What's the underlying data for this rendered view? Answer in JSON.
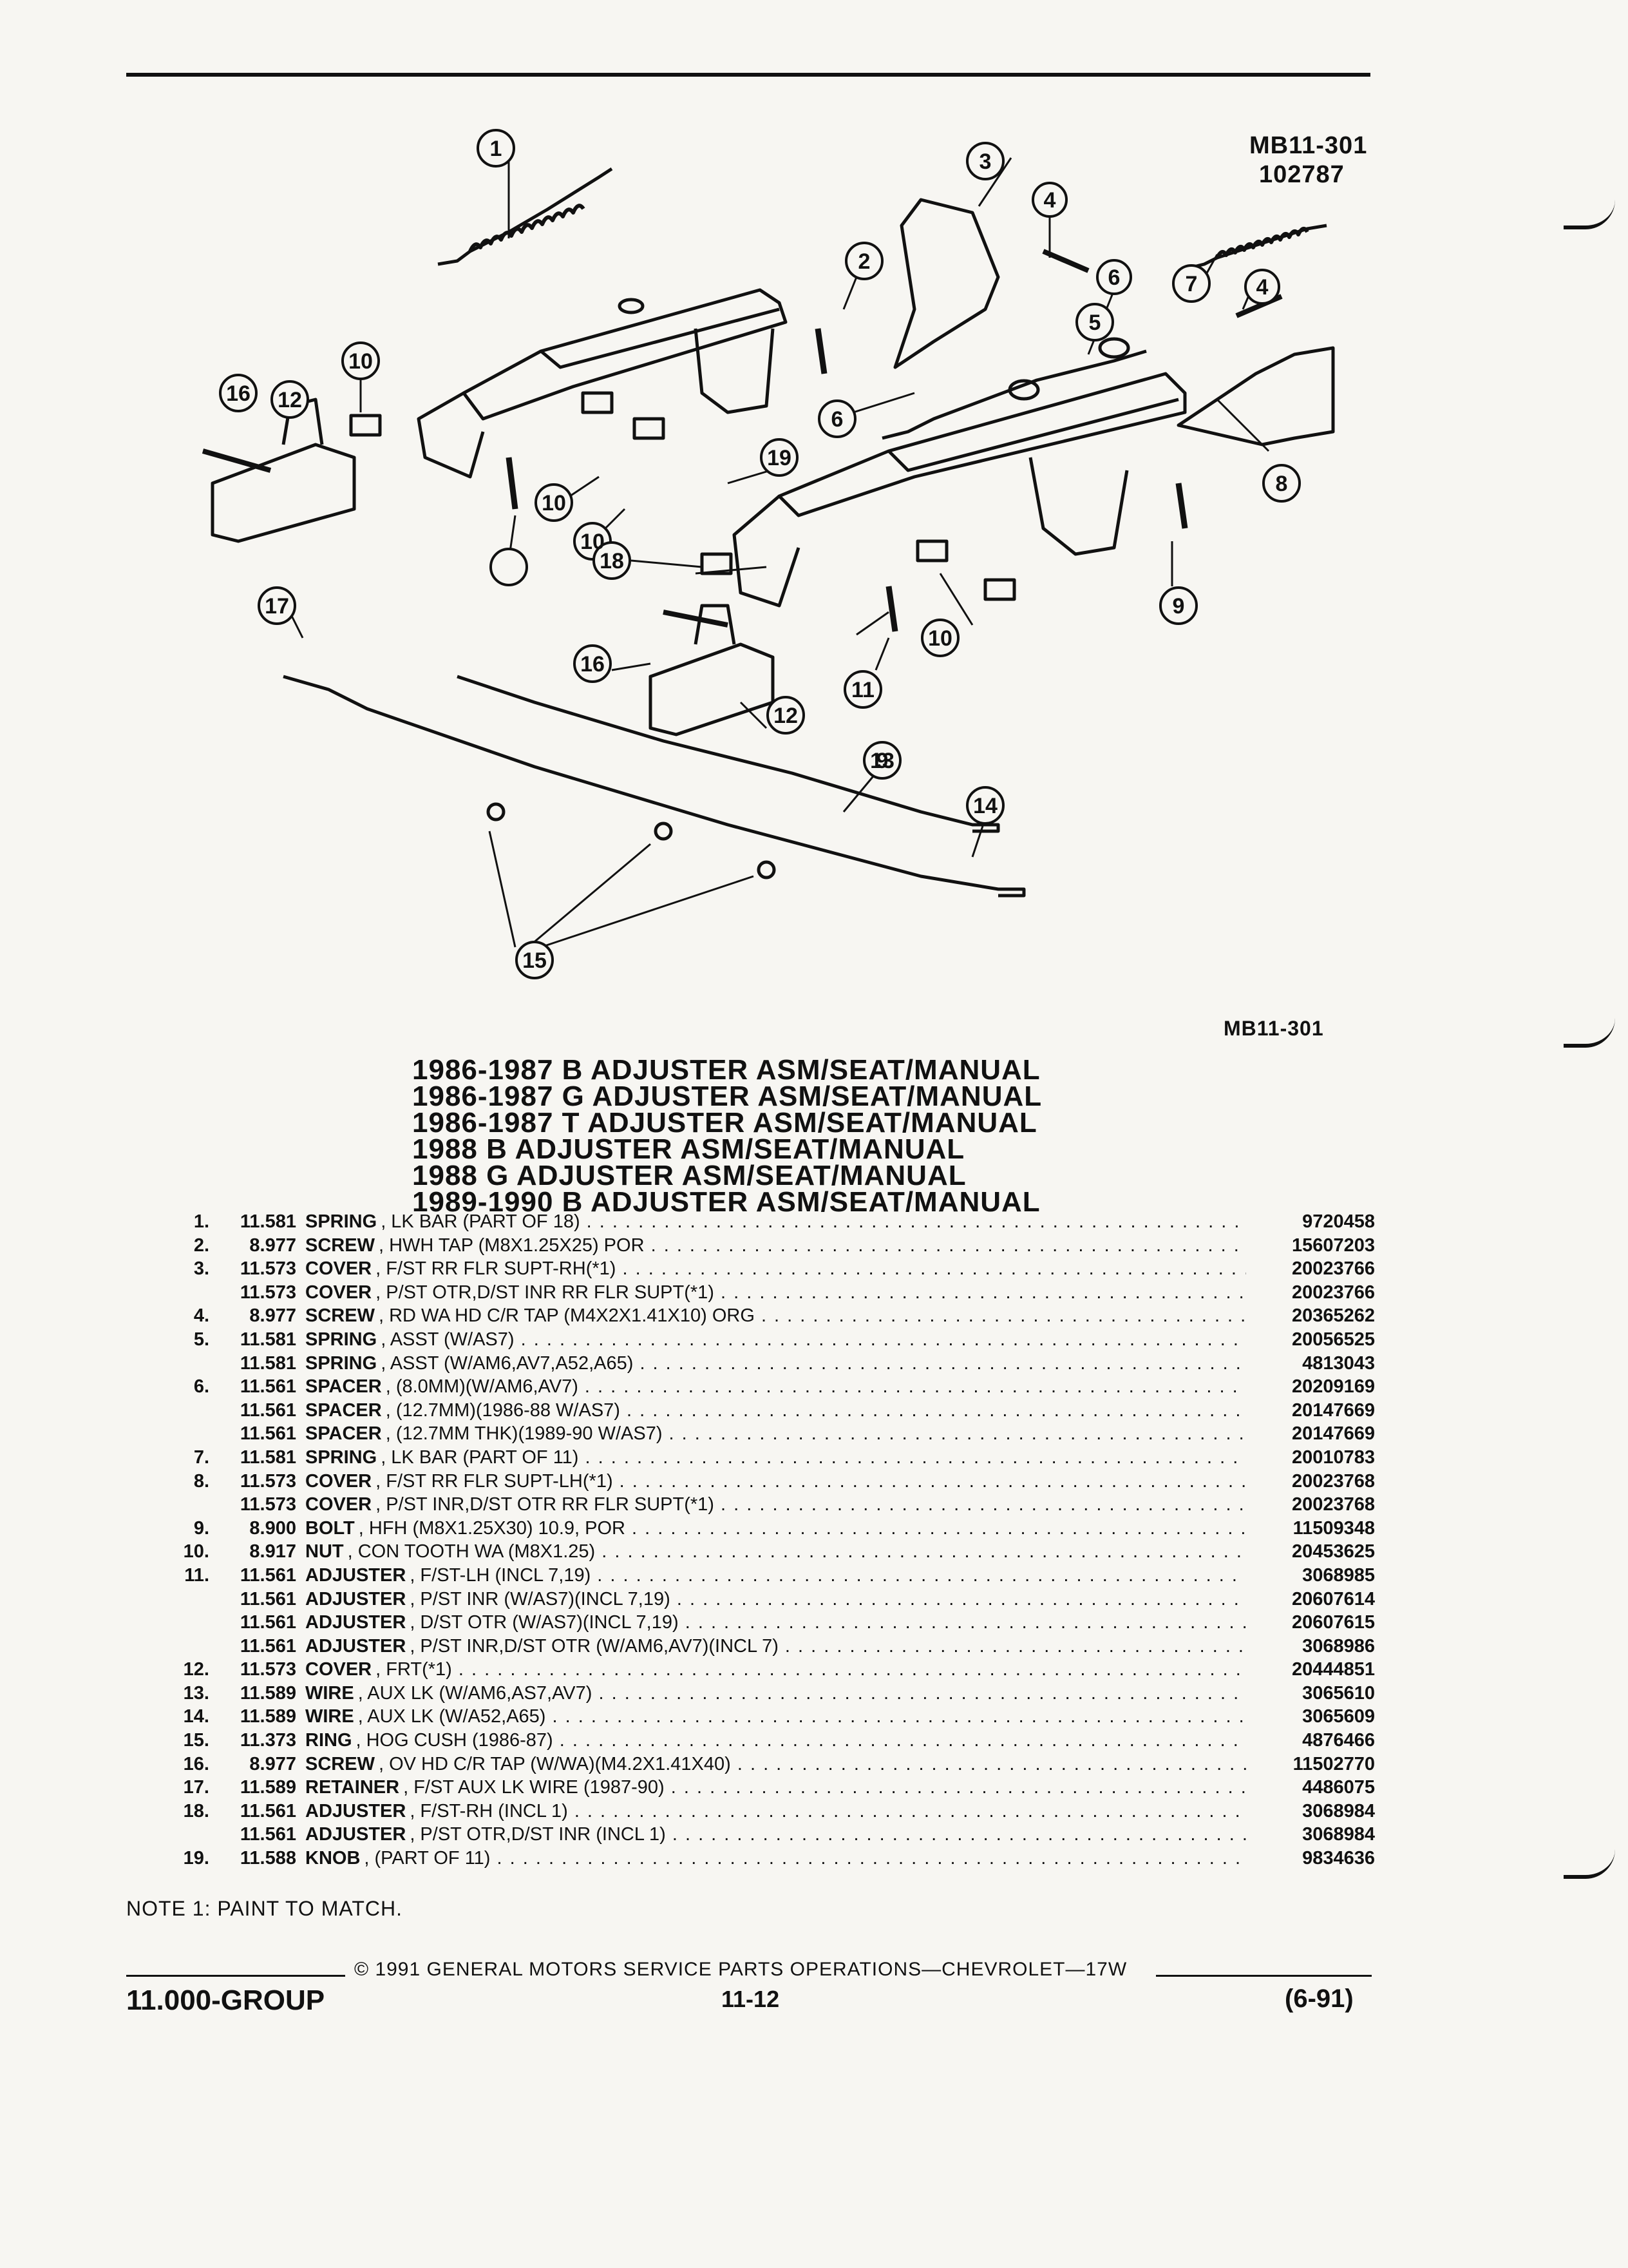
{
  "drawing": {
    "id_top": "MB11-301",
    "date_code": "102787",
    "id_bottom": "MB11-301",
    "callouts": [
      "1",
      "2",
      "3",
      "4",
      "5",
      "6",
      "7",
      "8",
      "9",
      "10",
      "11",
      "12",
      "13",
      "14",
      "15",
      "16",
      "17",
      "18",
      "19"
    ]
  },
  "titles": [
    "1986-1987 B ADJUSTER ASM/SEAT/MANUAL",
    "1986-1987 G ADJUSTER ASM/SEAT/MANUAL",
    "1986-1987 T ADJUSTER ASM/SEAT/MANUAL",
    "1988 B ADJUSTER ASM/SEAT/MANUAL",
    "1988 G ADJUSTER ASM/SEAT/MANUAL",
    "1989-1990 B ADJUSTER ASM/SEAT/MANUAL"
  ],
  "parts": [
    {
      "ref": "1.",
      "cat": "11.581",
      "name": "SPRING",
      "desc": ", LK BAR (PART OF 18)",
      "num": "9720458"
    },
    {
      "ref": "2.",
      "cat": "8.977",
      "name": "SCREW",
      "desc": ", HWH TAP (M8X1.25X25) POR",
      "num": "15607203"
    },
    {
      "ref": "3.",
      "cat": "11.573",
      "name": "COVER",
      "desc": ", F/ST RR FLR SUPT-RH(*1)",
      "num": "20023766"
    },
    {
      "ref": "",
      "cat": "11.573",
      "name": "COVER",
      "desc": ", P/ST OTR,D/ST INR RR FLR SUPT(*1)",
      "num": "20023766"
    },
    {
      "ref": "4.",
      "cat": "8.977",
      "name": "SCREW",
      "desc": ", RD WA HD C/R TAP (M4X2X1.41X10) ORG",
      "num": "20365262"
    },
    {
      "ref": "5.",
      "cat": "11.581",
      "name": "SPRING",
      "desc": ", ASST (W/AS7)",
      "num": "20056525"
    },
    {
      "ref": "",
      "cat": "11.581",
      "name": "SPRING",
      "desc": ", ASST (W/AM6,AV7,A52,A65)",
      "num": "4813043"
    },
    {
      "ref": "6.",
      "cat": "11.561",
      "name": "SPACER",
      "desc": ", (8.0MM)(W/AM6,AV7)",
      "num": "20209169"
    },
    {
      "ref": "",
      "cat": "11.561",
      "name": "SPACER",
      "desc": ", (12.7MM)(1986-88 W/AS7)",
      "num": "20147669"
    },
    {
      "ref": "",
      "cat": "11.561",
      "name": "SPACER",
      "desc": ", (12.7MM THK)(1989-90 W/AS7)",
      "num": "20147669"
    },
    {
      "ref": "7.",
      "cat": "11.581",
      "name": "SPRING",
      "desc": ", LK BAR (PART OF 11)",
      "num": "20010783"
    },
    {
      "ref": "8.",
      "cat": "11.573",
      "name": "COVER",
      "desc": ", F/ST RR FLR SUPT-LH(*1)",
      "num": "20023768"
    },
    {
      "ref": "",
      "cat": "11.573",
      "name": "COVER",
      "desc": ", P/ST INR,D/ST OTR RR FLR SUPT(*1)",
      "num": "20023768"
    },
    {
      "ref": "9.",
      "cat": "8.900",
      "name": "BOLT",
      "desc": ", HFH (M8X1.25X30) 10.9, POR",
      "num": "11509348"
    },
    {
      "ref": "10.",
      "cat": "8.917",
      "name": "NUT",
      "desc": ", CON TOOTH WA (M8X1.25)",
      "num": "20453625"
    },
    {
      "ref": "11.",
      "cat": "11.561",
      "name": "ADJUSTER",
      "desc": ", F/ST-LH (INCL 7,19)",
      "num": "3068985"
    },
    {
      "ref": "",
      "cat": "11.561",
      "name": "ADJUSTER",
      "desc": ", P/ST INR (W/AS7)(INCL 7,19)",
      "num": "20607614"
    },
    {
      "ref": "",
      "cat": "11.561",
      "name": "ADJUSTER",
      "desc": ", D/ST OTR (W/AS7)(INCL 7,19)",
      "num": "20607615"
    },
    {
      "ref": "",
      "cat": "11.561",
      "name": "ADJUSTER",
      "desc": ", P/ST INR,D/ST OTR (W/AM6,AV7)(INCL 7)",
      "num": "3068986"
    },
    {
      "ref": "12.",
      "cat": "11.573",
      "name": "COVER",
      "desc": ", FRT(*1)",
      "num": "20444851"
    },
    {
      "ref": "13.",
      "cat": "11.589",
      "name": "WIRE",
      "desc": ", AUX LK (W/AM6,AS7,AV7)",
      "num": "3065610"
    },
    {
      "ref": "14.",
      "cat": "11.589",
      "name": "WIRE",
      "desc": ", AUX LK (W/A52,A65)",
      "num": "3065609"
    },
    {
      "ref": "15.",
      "cat": "11.373",
      "name": "RING",
      "desc": ", HOG CUSH (1986-87)",
      "num": "4876466"
    },
    {
      "ref": "16.",
      "cat": "8.977",
      "name": "SCREW",
      "desc": ", OV HD C/R TAP (W/WA)(M4.2X1.41X40)",
      "num": "11502770"
    },
    {
      "ref": "17.",
      "cat": "11.589",
      "name": "RETAINER",
      "desc": ", F/ST AUX LK WIRE (1987-90)",
      "num": "4486075"
    },
    {
      "ref": "18.",
      "cat": "11.561",
      "name": "ADJUSTER",
      "desc": ", F/ST-RH (INCL 1)",
      "num": "3068984"
    },
    {
      "ref": "",
      "cat": "11.561",
      "name": "ADJUSTER",
      "desc": ", P/ST OTR,D/ST INR (INCL 1)",
      "num": "3068984"
    },
    {
      "ref": "19.",
      "cat": "11.588",
      "name": "KNOB",
      "desc": ", (PART OF 11)",
      "num": "9834636"
    }
  ],
  "note": "NOTE 1: PAINT TO MATCH.",
  "footer": {
    "copyright": "© 1991 GENERAL MOTORS SERVICE PARTS OPERATIONS—CHEVROLET—17W",
    "group": "11.000-GROUP",
    "page": "11-12",
    "date": "(6-91)"
  }
}
